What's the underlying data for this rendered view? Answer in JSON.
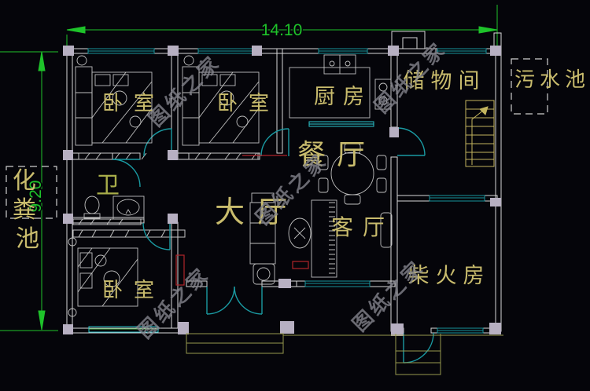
{
  "drawing": {
    "type": "residential floor plan (CAD)",
    "total_width_m": "14.10",
    "total_height_m": "9.20"
  },
  "dimensions": {
    "top_label": "14.10",
    "left_label": "9.20"
  },
  "rooms": {
    "bedroom1": "卧室",
    "bedroom2": "卧室",
    "bedroom3": "卧室",
    "kitchen": "厨房",
    "storage": "储物间",
    "dining": "餐厅",
    "hall": "大厅",
    "living": "客厅",
    "firewood": "柴火房",
    "bath": "卫",
    "sewage_pool": "污水池",
    "septic_chars": [
      "化",
      "粪",
      "池"
    ]
  },
  "watermark": {
    "text": "图纸之家"
  },
  "colors": {
    "background": "#05050a",
    "wall": "#d8d8d8",
    "window": "#17939b",
    "door": "#1a9aa2",
    "dimension": "#1ec32a",
    "label": "#c9bc6d",
    "column": "#b7b0c2",
    "stairs": "#c2b45e",
    "terrace": "#97994d",
    "accent_red": "#b0242a",
    "watermark": "#84848c"
  }
}
